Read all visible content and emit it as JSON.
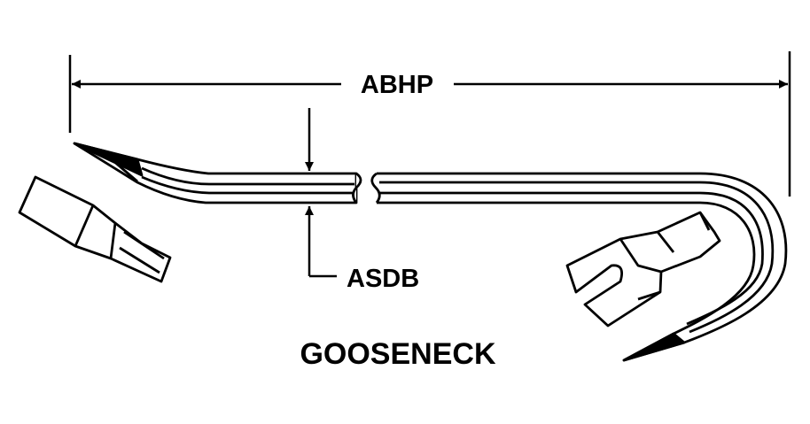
{
  "labels": {
    "overall_length": "ABHP",
    "bar_diameter": "ASDB",
    "caption": "GOOSENECK"
  },
  "colors": {
    "ink": "#000000",
    "paper": "#ffffff"
  }
}
